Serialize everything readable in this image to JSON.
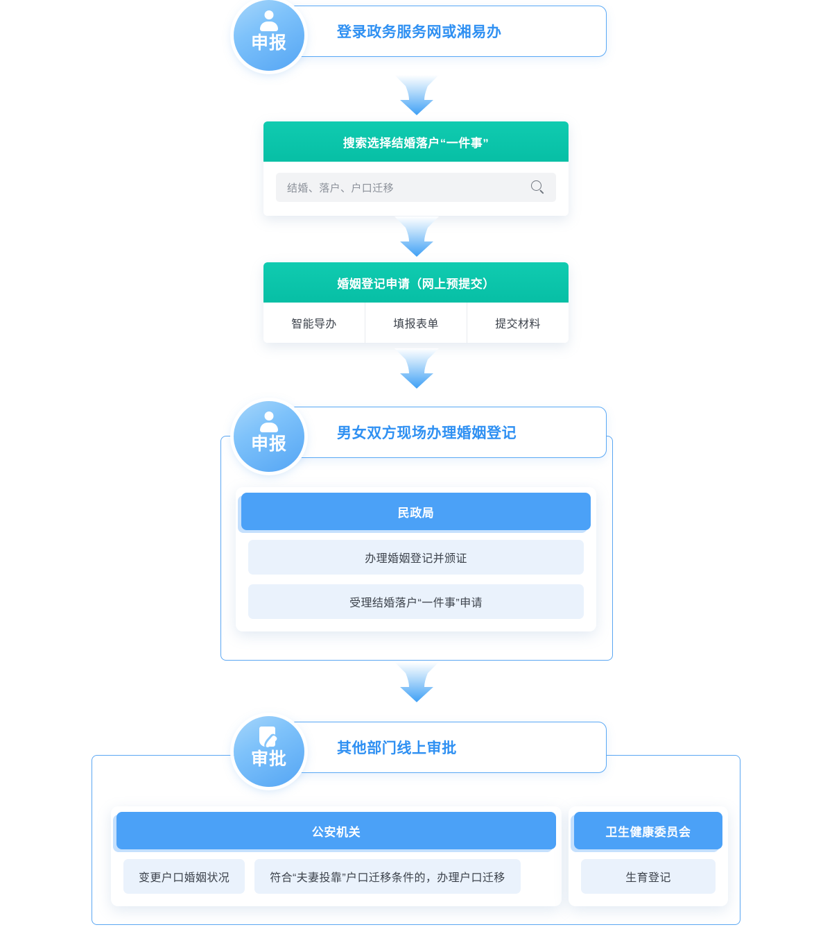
{
  "flow": {
    "steps": [
      {
        "badge_icon": "person-icon",
        "badge_text": "申报",
        "title": "登录政务服务网或湘易办"
      },
      {
        "badge_icon": "person-icon",
        "badge_text": "申报",
        "title": "男女双方现场办理婚姻登记"
      },
      {
        "badge_icon": "document-edit-icon",
        "badge_text": "审批",
        "title": "其他部门线上审批"
      }
    ],
    "search_card": {
      "header": "搜索选择结婚落户“一件事”",
      "search_placeholder": "结婚、落户、户口迁移",
      "search_icon": "search-icon"
    },
    "apply_card": {
      "header": "婚姻登记申请（网上预提交）",
      "cells": [
        "智能导办",
        "填报表单",
        "提交材料"
      ]
    },
    "departments": [
      {
        "name": "民政局",
        "items": [
          "办理婚姻登记并颁证",
          "受理结婚落户“一件事”申请"
        ]
      },
      {
        "name": "公安机关",
        "items": [
          "变更户口婚姻状况",
          "符合“夫妻投靠”户口迁移条件的，办理户口迁移"
        ]
      },
      {
        "name": "卫生健康委员会",
        "items": [
          "生育登记"
        ]
      }
    ],
    "colors": {
      "teal": "#0dc5ab",
      "blue": "#4ba1f7",
      "title_blue": "#2f90f2",
      "chip_bg": "#eaf2fc",
      "outline": "#5aa6f2"
    }
  }
}
